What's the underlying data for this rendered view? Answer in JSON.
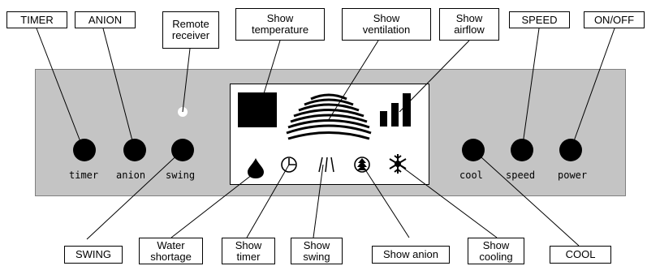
{
  "top_labels": {
    "timer": "TIMER",
    "anion": "ANION",
    "remote": [
      "Remote",
      "receiver"
    ],
    "temperature": [
      "Show",
      "temperature"
    ],
    "ventilation": [
      "Show",
      "ventilation"
    ],
    "airflow": [
      "Show",
      "airflow"
    ],
    "speed": "SPEED",
    "onoff": "ON/OFF"
  },
  "bottom_labels": {
    "swing": "SWING",
    "water": [
      "Water",
      "shortage"
    ],
    "timer": [
      "Show",
      "timer"
    ],
    "swing_show": [
      "Show",
      "swing"
    ],
    "anion": "Show anion",
    "cooling": [
      "Show",
      "cooling"
    ],
    "cool": "COOL"
  },
  "buttons": {
    "timer": "timer",
    "anion": "anion",
    "swing": "swing",
    "cool": "cool",
    "speed": "speed",
    "power": "power"
  },
  "colors": {
    "panel": "#c4c4c4",
    "line": "#000000"
  },
  "icons": [
    "water-drop-icon",
    "clock-icon",
    "swing-icon",
    "anion-tree-icon",
    "snowflake-icon"
  ]
}
